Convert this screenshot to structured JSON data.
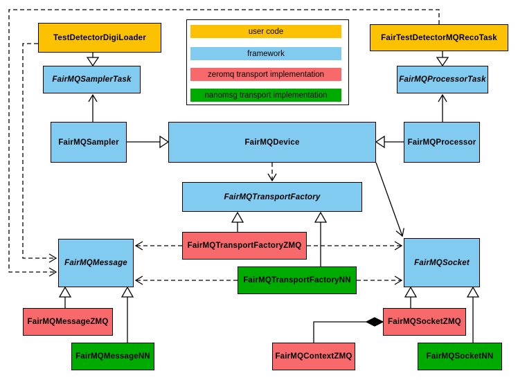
{
  "legend": {
    "items": [
      {
        "label": "user code",
        "color": "#FCC101"
      },
      {
        "label": "framework",
        "color": "#82CBF0"
      },
      {
        "label": "zeromq transport implementation",
        "color": "#F8696C"
      },
      {
        "label": "nanomsg transport implementation",
        "color": "#00AB00"
      }
    ]
  },
  "nodes": [
    {
      "id": "TestDetectorDigiLoader",
      "label": "TestDetectorDigiLoader",
      "category": "user code",
      "abstract": false
    },
    {
      "id": "FairTestDetectorMQRecoTask",
      "label": "FairTestDetectorMQRecoTask",
      "category": "user code",
      "abstract": false
    },
    {
      "id": "FairMQSamplerTask",
      "label": "FairMQSamplerTask",
      "category": "framework",
      "abstract": true
    },
    {
      "id": "FairMQProcessorTask",
      "label": "FairMQProcessorTask",
      "category": "framework",
      "abstract": true
    },
    {
      "id": "FairMQSampler",
      "label": "FairMQSampler",
      "category": "framework",
      "abstract": false
    },
    {
      "id": "FairMQDevice",
      "label": "FairMQDevice",
      "category": "framework",
      "abstract": false
    },
    {
      "id": "FairMQProcessor",
      "label": "FairMQProcessor",
      "category": "framework",
      "abstract": false
    },
    {
      "id": "FairMQTransportFactory",
      "label": "FairMQTransportFactory",
      "category": "framework",
      "abstract": true
    },
    {
      "id": "FairMQTransportFactoryZMQ",
      "label": "FairMQTransportFactoryZMQ",
      "category": "zeromq transport implementation",
      "abstract": false
    },
    {
      "id": "FairMQTransportFactoryNN",
      "label": "FairMQTransportFactoryNN",
      "category": "nanomsg transport implementation",
      "abstract": false
    },
    {
      "id": "FairMQMessage",
      "label": "FairMQMessage",
      "category": "framework",
      "abstract": true
    },
    {
      "id": "FairMQSocket",
      "label": "FairMQSocket",
      "category": "framework",
      "abstract": true
    },
    {
      "id": "FairMQMessageZMQ",
      "label": "FairMQMessageZMQ",
      "category": "zeromq transport implementation",
      "abstract": false
    },
    {
      "id": "FairMQMessageNN",
      "label": "FairMQMessageNN",
      "category": "nanomsg transport implementation",
      "abstract": false
    },
    {
      "id": "FairMQSocketZMQ",
      "label": "FairMQSocketZMQ",
      "category": "zeromq transport implementation",
      "abstract": false
    },
    {
      "id": "FairMQContextZMQ",
      "label": "FairMQContextZMQ",
      "category": "zeromq transport implementation",
      "abstract": false
    },
    {
      "id": "FairMQSocketNN",
      "label": "FairMQSocketNN",
      "category": "nanomsg transport implementation",
      "abstract": false
    }
  ],
  "edges": [
    {
      "from": "TestDetectorDigiLoader",
      "to": "FairMQSamplerTask",
      "type": "inheritance"
    },
    {
      "from": "FairTestDetectorMQRecoTask",
      "to": "FairMQProcessorTask",
      "type": "inheritance"
    },
    {
      "from": "FairMQSampler",
      "to": "FairMQDevice",
      "type": "inheritance"
    },
    {
      "from": "FairMQProcessor",
      "to": "FairMQDevice",
      "type": "inheritance"
    },
    {
      "from": "FairMQSampler",
      "to": "FairMQSamplerTask",
      "type": "association"
    },
    {
      "from": "FairMQProcessor",
      "to": "FairMQProcessorTask",
      "type": "association"
    },
    {
      "from": "FairMQDevice",
      "to": "FairMQTransportFactory",
      "type": "dependency"
    },
    {
      "from": "FairMQDevice",
      "to": "FairMQSocket",
      "type": "association"
    },
    {
      "from": "FairMQTransportFactoryZMQ",
      "to": "FairMQTransportFactory",
      "type": "inheritance"
    },
    {
      "from": "FairMQTransportFactoryNN",
      "to": "FairMQTransportFactory",
      "type": "inheritance"
    },
    {
      "from": "FairMQTransportFactoryZMQ",
      "to": "FairMQMessage",
      "type": "dependency"
    },
    {
      "from": "FairMQTransportFactoryZMQ",
      "to": "FairMQSocket",
      "type": "dependency"
    },
    {
      "from": "FairMQTransportFactoryNN",
      "to": "FairMQMessage",
      "type": "dependency"
    },
    {
      "from": "FairMQTransportFactoryNN",
      "to": "FairMQSocket",
      "type": "dependency"
    },
    {
      "from": "TestDetectorDigiLoader",
      "to": "FairMQMessage",
      "type": "dependency"
    },
    {
      "from": "FairTestDetectorMQRecoTask",
      "to": "FairMQMessage",
      "type": "dependency"
    },
    {
      "from": "FairMQMessageZMQ",
      "to": "FairMQMessage",
      "type": "inheritance"
    },
    {
      "from": "FairMQMessageNN",
      "to": "FairMQMessage",
      "type": "inheritance"
    },
    {
      "from": "FairMQSocketZMQ",
      "to": "FairMQSocket",
      "type": "inheritance"
    },
    {
      "from": "FairMQSocketNN",
      "to": "FairMQSocket",
      "type": "inheritance"
    },
    {
      "from": "FairMQContextZMQ",
      "to": "FairMQSocketZMQ",
      "type": "composition"
    }
  ],
  "colors": {
    "user_code": "#FCC101",
    "framework": "#82CBF0",
    "zeromq": "#F8696C",
    "nanomsg": "#00AB00",
    "line": "#000000",
    "background": "#FFFFFF"
  }
}
